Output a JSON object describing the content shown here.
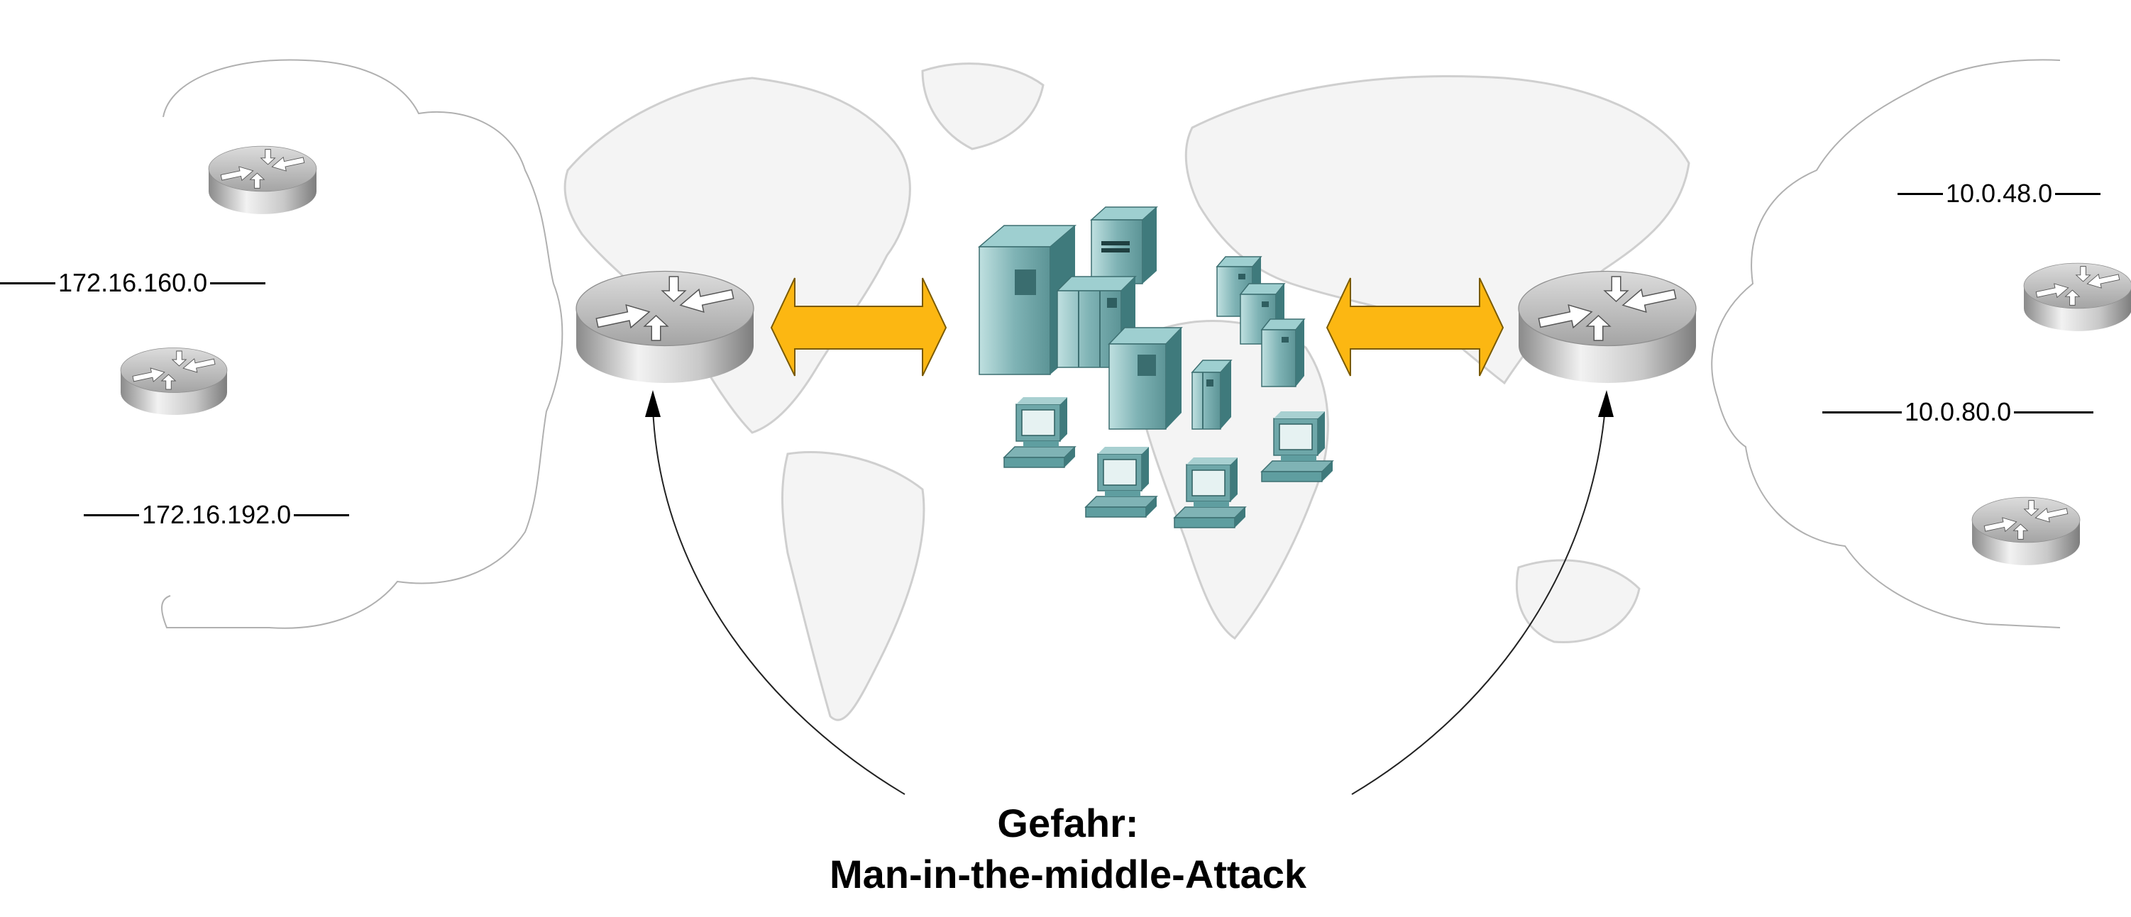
{
  "networks": {
    "left": [
      "172.16.160.0",
      "172.16.192.0"
    ],
    "right": [
      "10.0.48.0",
      "10.0.80.0"
    ]
  },
  "caption": {
    "line1": "Gefahr:",
    "line2": "Man-in-the-middle-Attack"
  },
  "colors": {
    "arrow_fill": "#FCB712",
    "server_teal": "#5f9ea0",
    "router_gray": "#b9b9b9",
    "cloud_outline": "#b0b0b0"
  }
}
